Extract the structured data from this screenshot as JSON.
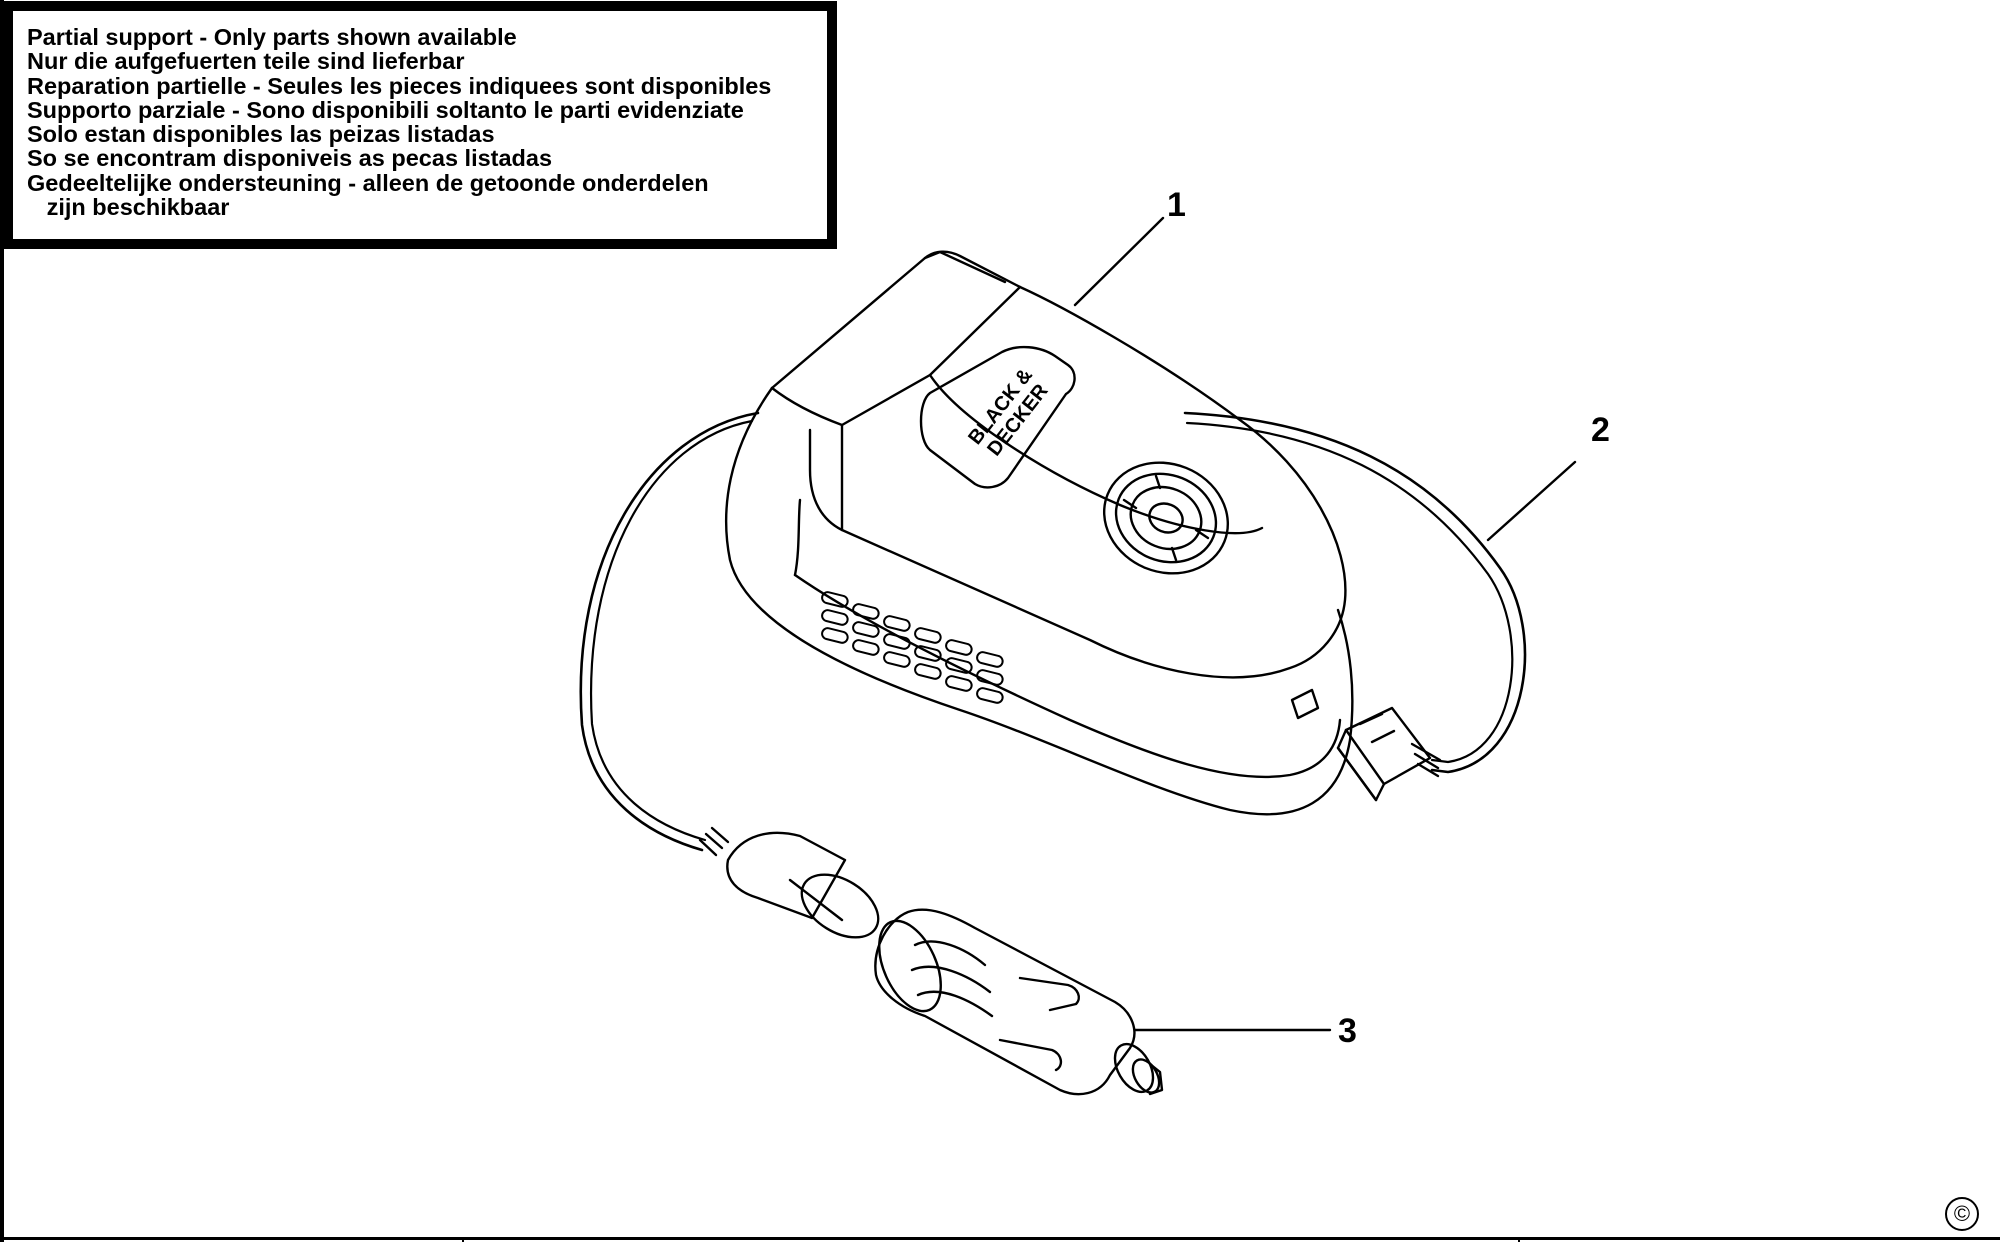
{
  "notice": {
    "lines": [
      "Partial support - Only parts shown available",
      "Nur die aufgefuerten teile sind lieferbar",
      "Reparation partielle - Seules les pieces indiquees sont disponibles",
      "Supporto parziale - Sono disponibili soltanto le parti evidenziate",
      "Solo estan disponibles las peizas listadas",
      "So se encontram disponiveis as pecas listadas",
      "Gedeeltelijke ondersteuning - alleen de getoonde onderdelen",
      "   zijn beschikbaar"
    ]
  },
  "callouts": {
    "c1": "1",
    "c2": "2",
    "c3": "3"
  },
  "brand": {
    "line1": "BLACK &",
    "line2": "DECKER"
  },
  "copyright": "©"
}
